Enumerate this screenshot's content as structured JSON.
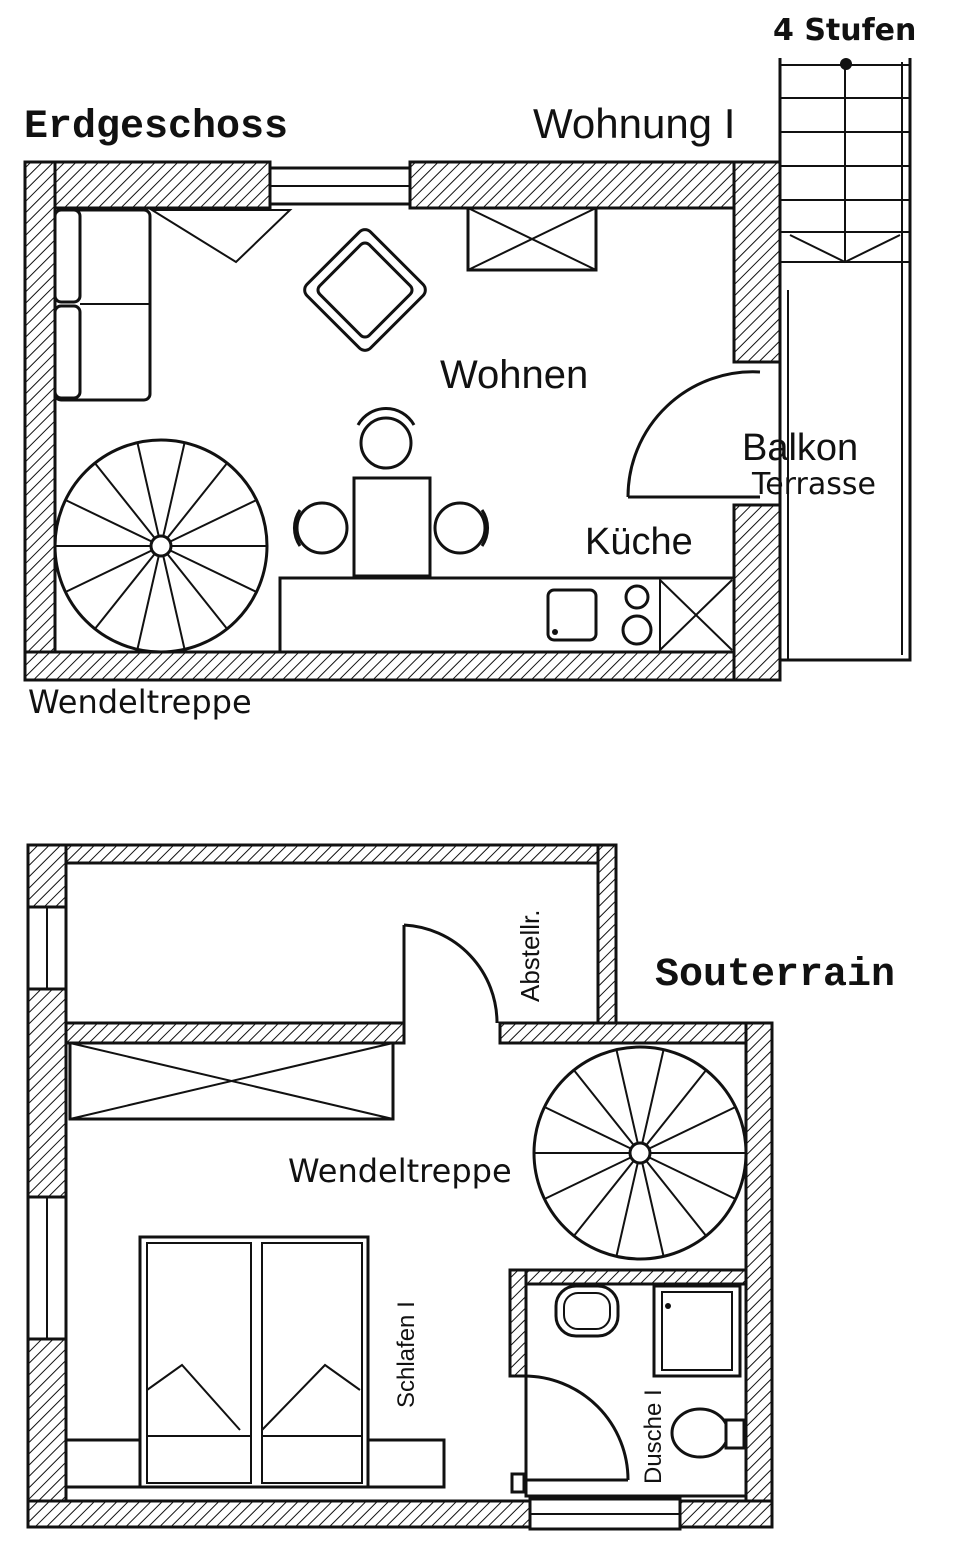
{
  "ground_floor": {
    "title": "Erdgeschoss",
    "unit": "Wohnung I",
    "stairs_note": "4 Stufen",
    "rooms": {
      "living": "Wohnen",
      "balcony": "Balkon",
      "terrace": "Terrasse",
      "kitchen": "Küche"
    },
    "spiral_stair": "Wendeltreppe"
  },
  "basement": {
    "title": "Souterrain",
    "rooms": {
      "storage": "Abstellr.",
      "spiral_stair": "Wendeltreppe",
      "bedroom": "Schlafen I",
      "shower": "Dusche I"
    }
  }
}
